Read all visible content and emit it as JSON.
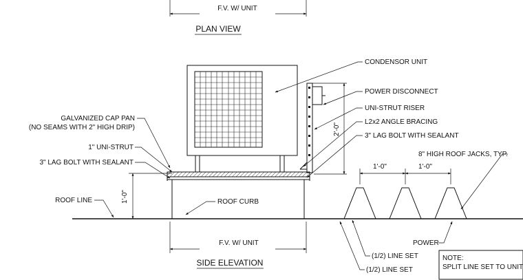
{
  "plan_view": {
    "dim_label": "F.V. W/ UNIT",
    "title": "PLAN VIEW"
  },
  "side_elevation": {
    "title": "SIDE ELEVATION",
    "dim_label": "F.V. W/ UNIT",
    "dim_roof_curb_height": "1'-0\"",
    "dim_riser_height": "2'-0\""
  },
  "callouts": {
    "condensor_unit": "CONDENSOR UNIT",
    "power_disconnect": "POWER DISCONNECT",
    "uni_strut_riser": "UNI-STRUT RISER",
    "angle_bracing": "L2x2 ANGLE BRACING",
    "lag_bolt_right": "3\" LAG BOLT WITH SEALANT",
    "cap_pan_line1": "GALVANIZED CAP PAN",
    "cap_pan_line2": "(NO SEAMS WITH 2\" HIGH DRIP)",
    "uni_strut": "1\" UNI-STRUT",
    "lag_bolt_left": "3\" LAG BOLT WITH SEALANT",
    "roof_line": "ROOF LINE",
    "roof_curb": "ROOF CURB"
  },
  "roof_jacks": {
    "label": "8\" HIGH ROOF JACKS, TYP.",
    "spacing_1": "1'-0\"",
    "spacing_2": "1'-0\"",
    "line_set_1": "(1/2) LINE SET",
    "line_set_2": "(1/2) LINE SET",
    "power": "POWER"
  },
  "note": {
    "line1": "NOTE:",
    "line2": "SPLIT LINE SET TO UNIT"
  }
}
